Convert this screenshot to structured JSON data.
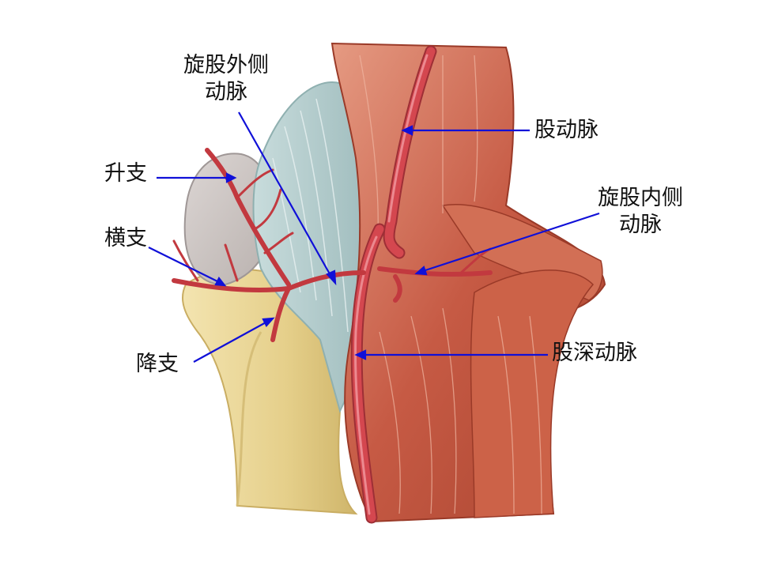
{
  "labels": {
    "lateral_circumflex": [
      "旋股外侧",
      "动脉"
    ],
    "femoral_artery": "股动脉",
    "ascending_branch": "升支",
    "medial_circumflex": [
      "旋股内侧",
      "动脉"
    ],
    "transverse_branch": "横支",
    "descending_branch": "降支",
    "deep_femoral": "股深动脉"
  },
  "colors": {
    "leader_line": "#1010d8",
    "artery": "#d4474f",
    "muscle": "#c7604a",
    "bone": "#e9d79a",
    "ligament": "#b9cfcf"
  }
}
